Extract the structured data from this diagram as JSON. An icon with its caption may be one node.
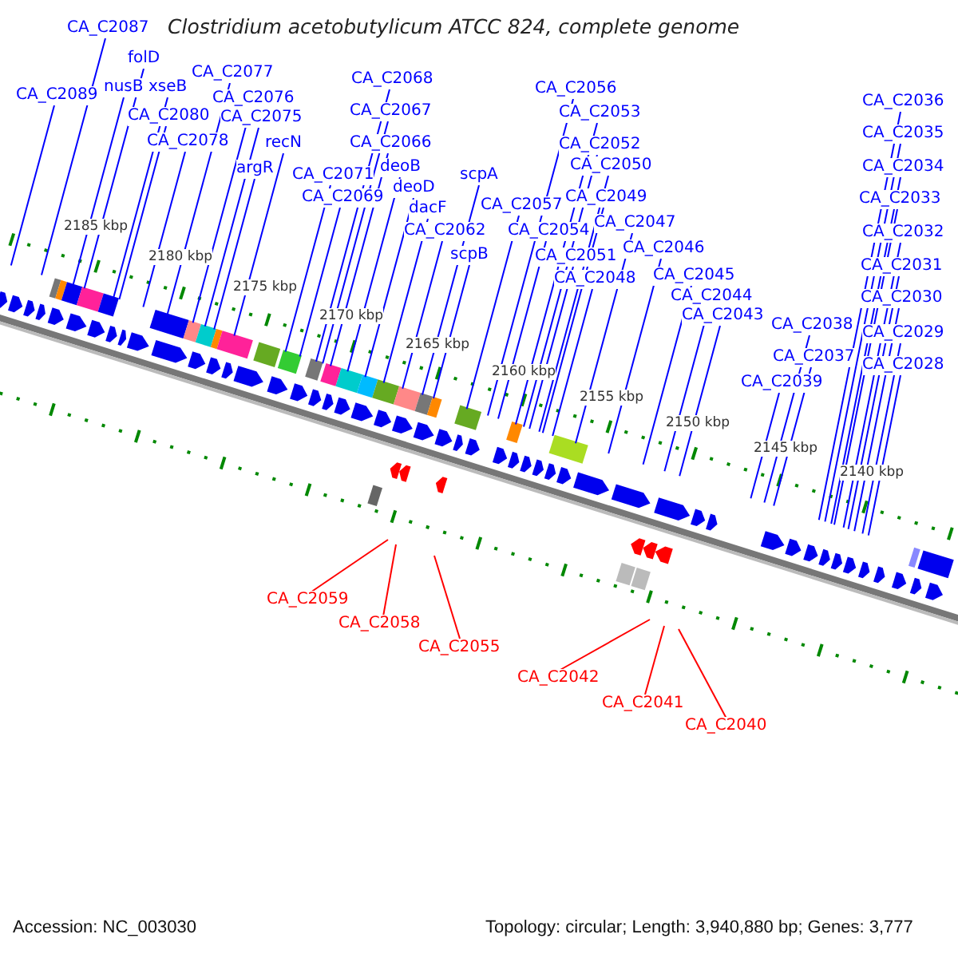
{
  "diagram": {
    "title": "Clostridium acetobutylicum ATCC 824, complete genome",
    "nodes": [
      {
        "text": [
          "CA_C2087"
        ]
      },
      {
        "text": [
          "CA_C2089"
        ]
      },
      {
        "text": [
          "folD"
        ]
      },
      {
        "text": [
          "nusB"
        ]
      },
      {
        "text": [
          "xseB"
        ]
      },
      {
        "text": [
          "CA_C2077"
        ]
      },
      {
        "text": [
          "CA_C2080"
        ]
      },
      {
        "text": [
          "CA_C2076"
        ]
      },
      {
        "text": [
          "CA_C2075"
        ]
      },
      {
        "text": [
          "CA_C2078"
        ]
      },
      {
        "text": [
          "recN"
        ]
      },
      {
        "text": [
          "argR"
        ]
      },
      {
        "text": [
          "CA_C2068"
        ]
      },
      {
        "text": [
          "CA_C2067"
        ]
      },
      {
        "text": [
          "CA_C2066"
        ]
      },
      {
        "text": [
          "CA_C2071"
        ]
      },
      {
        "text": [
          "deoB"
        ]
      },
      {
        "text": [
          "CA_C2069"
        ]
      },
      {
        "text": [
          "deoD"
        ]
      },
      {
        "text": [
          "dacF"
        ]
      },
      {
        "text": [
          "scpA"
        ]
      },
      {
        "text": [
          "CA_C2062"
        ]
      },
      {
        "text": [
          "scpB"
        ]
      },
      {
        "text": [
          "CA_C2056"
        ]
      },
      {
        "text": [
          "CA_C2053"
        ]
      },
      {
        "text": [
          "CA_C2052"
        ]
      },
      {
        "text": [
          "CA_C2050"
        ]
      },
      {
        "text": [
          "CA_C2057"
        ]
      },
      {
        "text": [
          "CA_C2049"
        ]
      },
      {
        "text": [
          "CA_C2054"
        ]
      },
      {
        "text": [
          "CA_C2047"
        ]
      },
      {
        "text": [
          "CA_C2051"
        ]
      },
      {
        "text": [
          "CA_C2046"
        ]
      },
      {
        "text": [
          "CA_C2048"
        ]
      },
      {
        "text": [
          "CA_C2045"
        ]
      },
      {
        "text": [
          "CA_C2044"
        ]
      },
      {
        "text": [
          "CA_C2043"
        ]
      },
      {
        "text": [
          "CA_C2036"
        ]
      },
      {
        "text": [
          "CA_C2035"
        ]
      },
      {
        "text": [
          "CA_C2034"
        ]
      },
      {
        "text": [
          "CA_C2033"
        ]
      },
      {
        "text": [
          "CA_C2032"
        ]
      },
      {
        "text": [
          "CA_C2031"
        ]
      },
      {
        "text": [
          "CA_C2030"
        ]
      },
      {
        "text": [
          "CA_C2038"
        ]
      },
      {
        "text": [
          "CA_C2029"
        ]
      },
      {
        "text": [
          "CA_C2037"
        ]
      },
      {
        "text": [
          "CA_C2028"
        ]
      },
      {
        "text": [
          "CA_C2039"
        ]
      },
      {
        "text": [
          "CA_C2059"
        ]
      },
      {
        "text": [
          "CA_C2058"
        ]
      },
      {
        "text": [
          "CA_C2055"
        ]
      },
      {
        "text": [
          "CA_C2042"
        ]
      },
      {
        "text": [
          "CA_C2041"
        ]
      },
      {
        "text": [
          "CA_C2040"
        ]
      }
    ],
    "edges": [
      {
        "from": 0,
        "to": null,
        "arrow": "none"
      },
      {
        "from": 1,
        "to": null,
        "arrow": "none"
      },
      {
        "from": 2,
        "to": null,
        "arrow": "none"
      },
      {
        "from": 3,
        "to": null,
        "arrow": "none"
      },
      {
        "from": 4,
        "to": null,
        "arrow": "none"
      },
      {
        "from": 5,
        "to": null,
        "arrow": "none"
      },
      {
        "from": 6,
        "to": null,
        "arrow": "none"
      },
      {
        "from": 7,
        "to": null,
        "arrow": "none"
      },
      {
        "from": 8,
        "to": null,
        "arrow": "none"
      },
      {
        "from": 9,
        "to": null,
        "arrow": "none"
      },
      {
        "from": 10,
        "to": null,
        "arrow": "none"
      },
      {
        "from": 11,
        "to": null,
        "arrow": "none"
      },
      {
        "from": 12,
        "to": null,
        "arrow": "none"
      },
      {
        "from": 13,
        "to": null,
        "arrow": "none"
      },
      {
        "from": 14,
        "to": null,
        "arrow": "none"
      },
      {
        "from": 15,
        "to": null,
        "arrow": "none"
      },
      {
        "from": 16,
        "to": null,
        "arrow": "none"
      },
      {
        "from": 17,
        "to": null,
        "arrow": "none"
      },
      {
        "from": 18,
        "to": null,
        "arrow": "none"
      },
      {
        "from": 19,
        "to": null,
        "arrow": "none"
      },
      {
        "from": 20,
        "to": null,
        "arrow": "none"
      },
      {
        "from": 21,
        "to": null,
        "arrow": "none"
      },
      {
        "from": 22,
        "to": null,
        "arrow": "none"
      },
      {
        "from": 23,
        "to": null,
        "arrow": "none"
      },
      {
        "from": 24,
        "to": null,
        "arrow": "none"
      },
      {
        "from": 25,
        "to": null,
        "arrow": "none"
      },
      {
        "from": 26,
        "to": null,
        "arrow": "none"
      },
      {
        "from": 27,
        "to": null,
        "arrow": "none"
      },
      {
        "from": 28,
        "to": null,
        "arrow": "none"
      },
      {
        "from": 29,
        "to": null,
        "arrow": "none"
      },
      {
        "from": 30,
        "to": null,
        "arrow": "none"
      },
      {
        "from": 31,
        "to": null,
        "arrow": "none"
      },
      {
        "from": 32,
        "to": null,
        "arrow": "none"
      },
      {
        "from": 33,
        "to": null,
        "arrow": "none"
      },
      {
        "from": 34,
        "to": null,
        "arrow": "none"
      },
      {
        "from": 35,
        "to": null,
        "arrow": "none"
      },
      {
        "from": 36,
        "to": null,
        "arrow": "none"
      },
      {
        "from": 37,
        "to": null,
        "arrow": "none"
      },
      {
        "from": 38,
        "to": null,
        "arrow": "none"
      },
      {
        "from": 39,
        "to": null,
        "arrow": "none"
      },
      {
        "from": 40,
        "to": null,
        "arrow": "none"
      },
      {
        "from": 41,
        "to": null,
        "arrow": "none"
      },
      {
        "from": 42,
        "to": null,
        "arrow": "none"
      },
      {
        "from": 43,
        "to": null,
        "arrow": "none"
      },
      {
        "from": 44,
        "to": null,
        "arrow": "none"
      },
      {
        "from": 45,
        "to": null,
        "arrow": "none"
      },
      {
        "from": 46,
        "to": null,
        "arrow": "none"
      },
      {
        "from": 47,
        "to": null,
        "arrow": "none"
      },
      {
        "from": 48,
        "to": null,
        "arrow": "none"
      },
      {
        "from": 49,
        "to": null,
        "arrow": "none",
        "color": "#ff0000"
      },
      {
        "from": 50,
        "to": null,
        "arrow": "none",
        "color": "#ff0000"
      },
      {
        "from": 51,
        "to": null,
        "arrow": "none",
        "color": "#ff0000"
      },
      {
        "from": 52,
        "to": null,
        "arrow": "none",
        "color": "#ff0000"
      },
      {
        "from": 53,
        "to": null,
        "arrow": "none",
        "color": "#ff0000"
      },
      {
        "from": 54,
        "to": null,
        "arrow": "none",
        "color": "#ff0000"
      }
    ],
    "labels": [
      "2185 kbp",
      "2180 kbp",
      "2175 kbp",
      "2170 kbp",
      "2165 kbp",
      "2160 kbp",
      "2155 kbp",
      "2150 kbp",
      "2145 kbp",
      "2140 kbp",
      "Accession: NC_003030",
      "Topology: circular; Length: 3,940,880 bp; Genes: 3,777"
    ]
  }
}
